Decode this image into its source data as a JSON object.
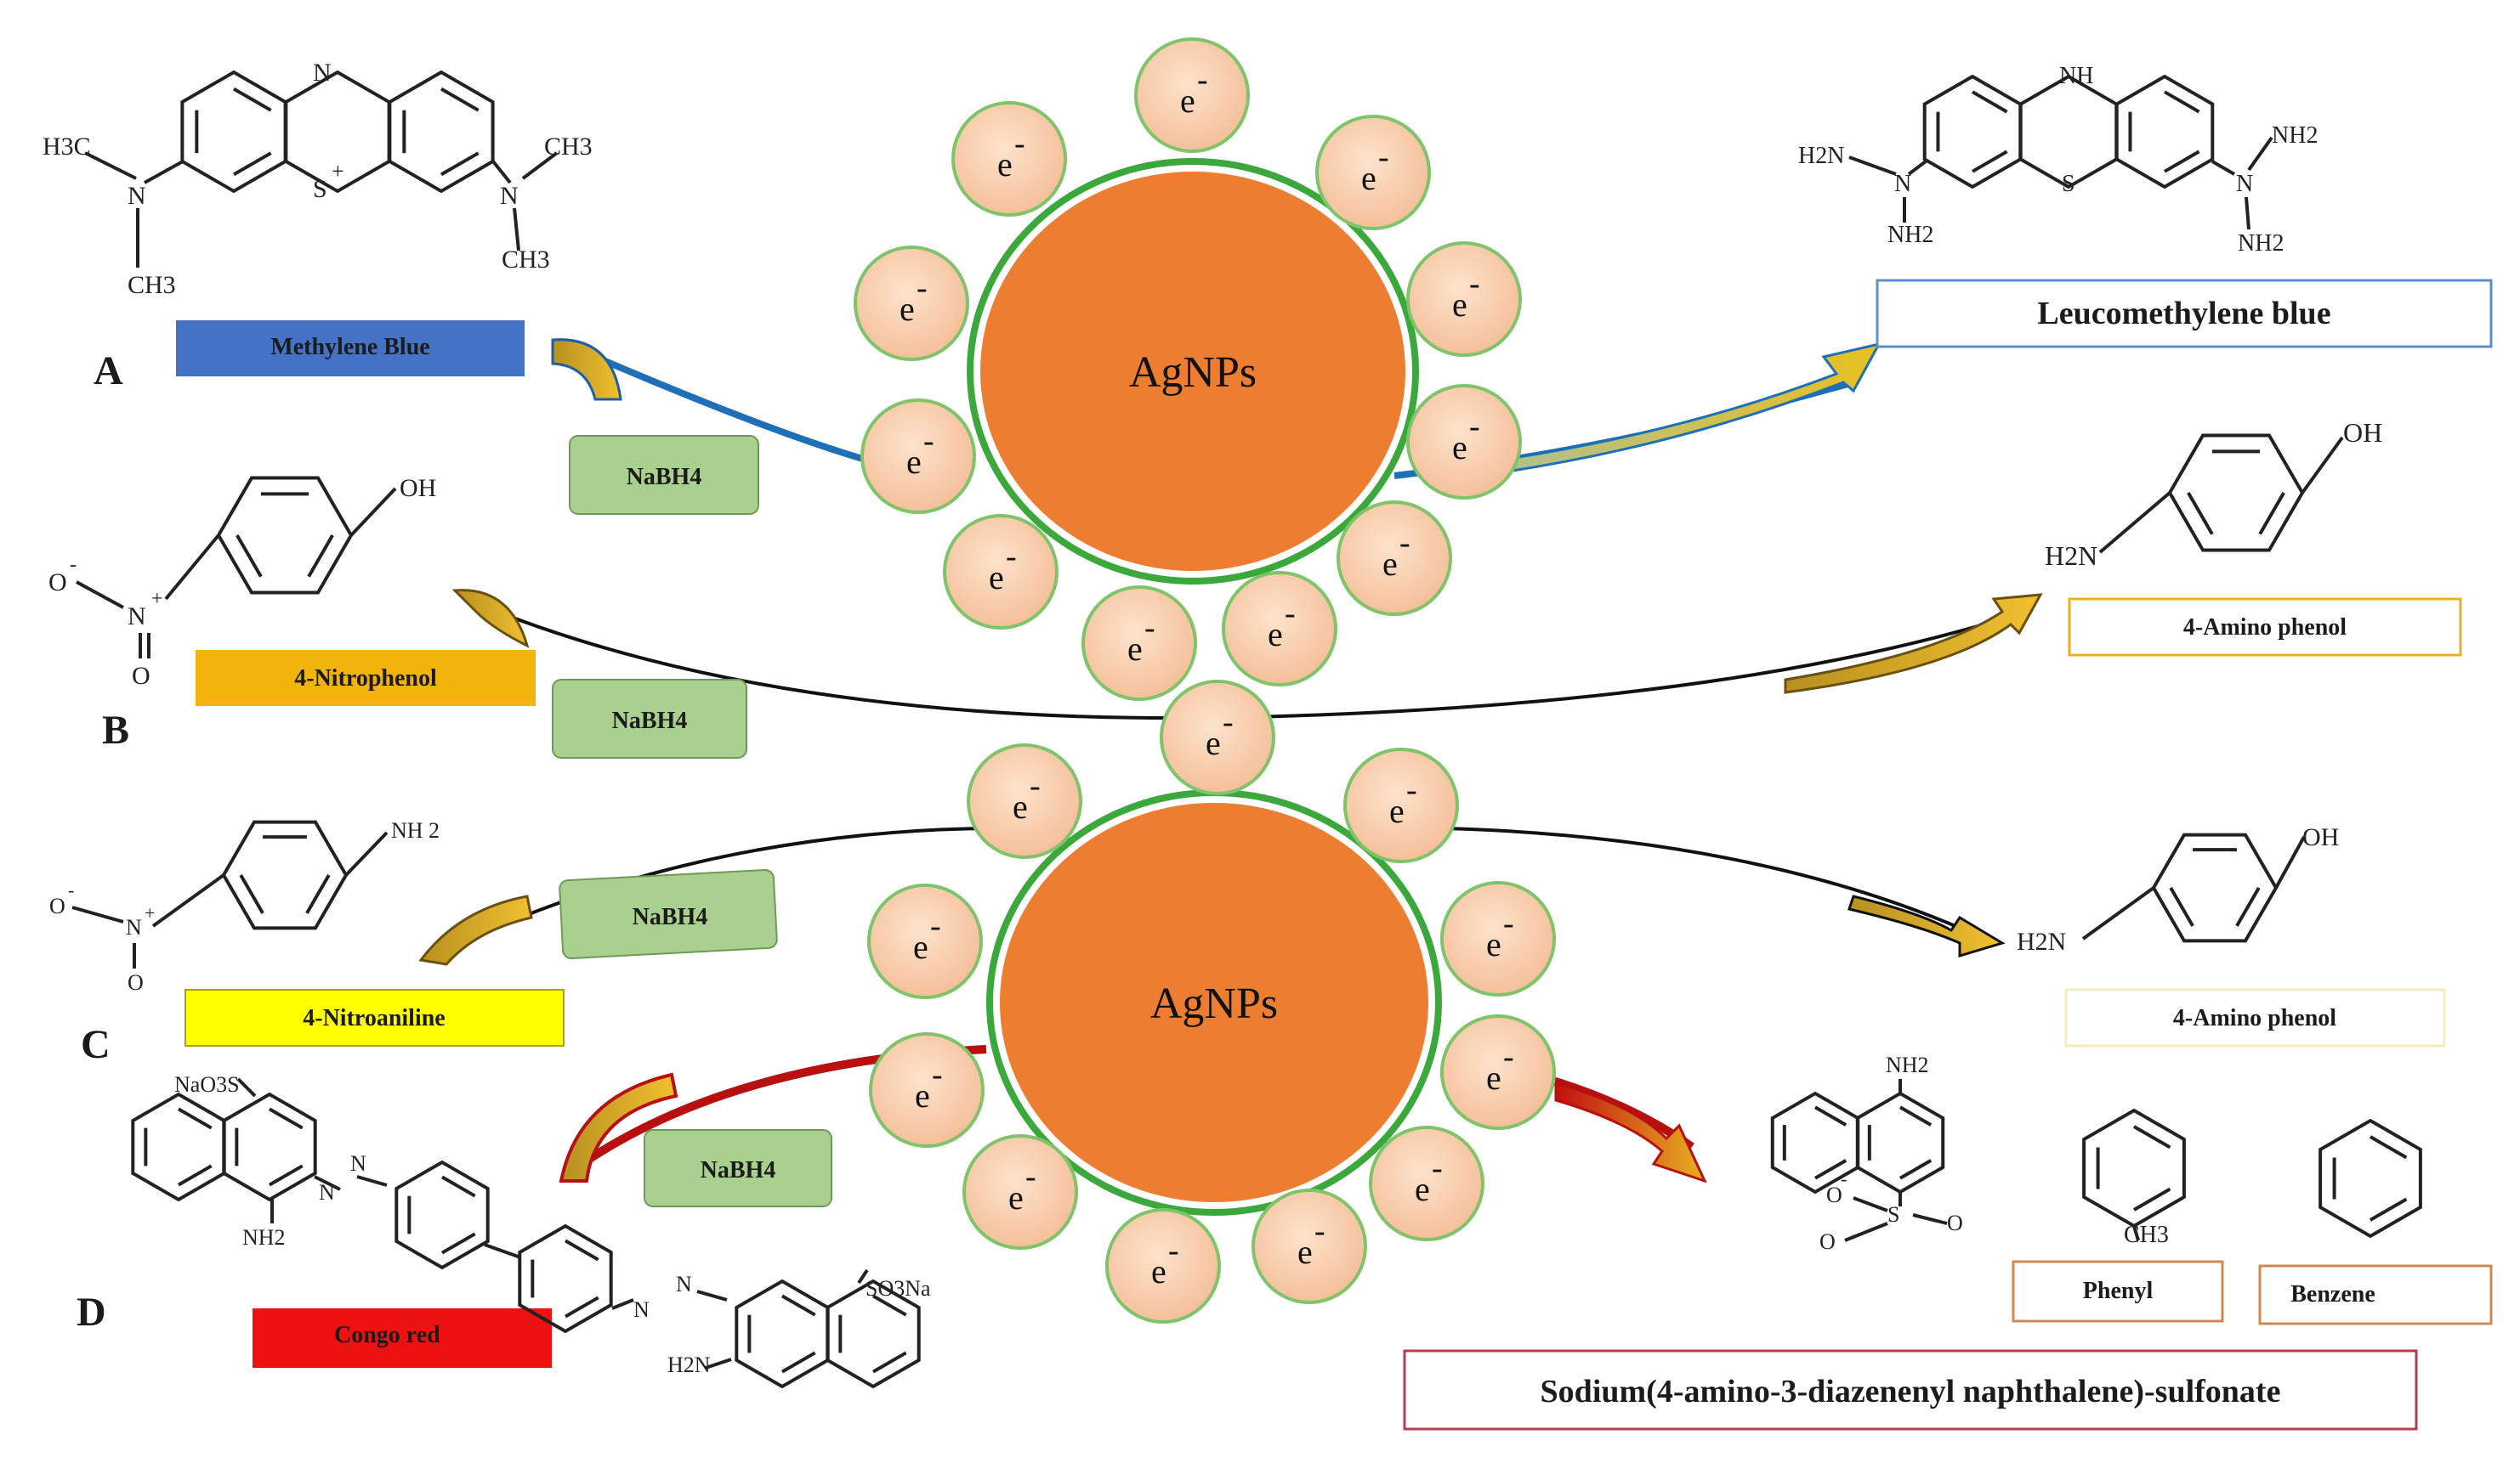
{
  "rows": [
    {
      "letter": "A",
      "compound": "Methylene Blue",
      "color": "#4472c4"
    },
    {
      "letter": "B",
      "compound": "4-Nitrophenol",
      "color": "#f2b40a"
    },
    {
      "letter": "C",
      "compound": "4-Nitroaniline",
      "color": "#ffff00"
    },
    {
      "letter": "D",
      "compound": "Congo red",
      "color": "#ee1111"
    }
  ],
  "reagent": "NaBH4",
  "nanoparticle": {
    "label": "AgNPs",
    "electron": "e",
    "electron_charge": "-",
    "color": "#ed7d31",
    "rim": "#3aa83a"
  },
  "products": {
    "leucomethylene_blue": "Leucomethylene blue",
    "amino_phenol_1": "4-Amino phenol",
    "amino_phenol_2": "4-Amino phenol",
    "phenyl": "Phenyl",
    "benzene": "Benzene",
    "sulfonate": "Sodium(4-amino-3-diazenenyl naphthalene)-sulfonate"
  },
  "atoms": {
    "mb_n": "N",
    "mb_s": "S",
    "mb_plus": "+",
    "mb_h3c": "H3C",
    "mb_ch3": "CH3",
    "lmb_nh": "NH",
    "lmb_h2n": "H2N",
    "lmb_nh2": "NH2",
    "oh": "OH",
    "h2n": "H2N",
    "nh2": "NH 2",
    "nitro_o": "O",
    "nitro_n": "N",
    "plus": "+",
    "minus": "-",
    "naso3s": "NaO3S",
    "so3na": "SO3Na",
    "cr_nh2": "NH2",
    "cr_h2n": "H2N",
    "azo_n": "N",
    "ch3": "CH3",
    "so_s": "S",
    "so_o": "O"
  }
}
